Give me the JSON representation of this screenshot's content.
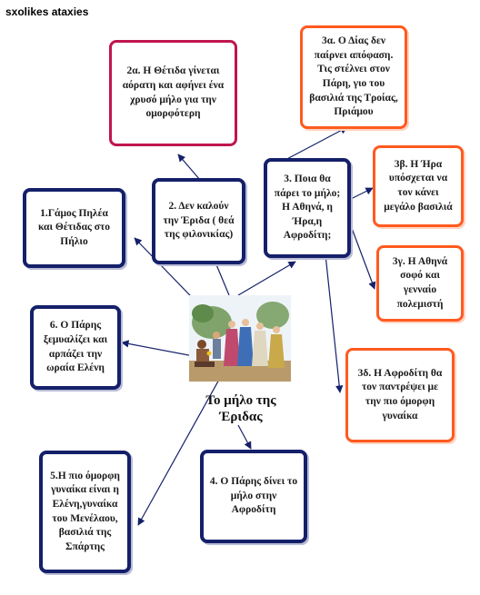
{
  "title": "sxolikes ataxies",
  "center": {
    "label": "Το μήλο της Έριδας",
    "image": "marriage-feast-illustration-icon"
  },
  "nodes": {
    "n1": "1.Γάμος Πηλέα και Θέτιδας στο Πήλιο",
    "n2": "2. Δεν καλούν την Έριδα ( θεά της φιλονικίας)",
    "n2a": "2α. Η Θέτιδα γίνεται αόρατη και αφήνει ένα χρυσό μήλο για την ομορφότερη",
    "n3": "3. Ποια θα πάρει το μήλο; Η Αθηνά, η Ήρα,η Αφροδίτη;",
    "n3a": "3α. Ο Δίας δεν παίρνει απόφαση. Τις στέλνει στον Πάρη, γιο του βασιλιά της Τροίας, Πριάμου",
    "n3b": "3β. Η Ήρα υπόσχεται να τον κάνει μεγάλο βασιλιά",
    "n3c": "3γ. Η Αθηνά σοφό και γενναίο πολεμιστή",
    "n3d": "3δ. Η Αφροδίτη θα τον παντρέψει με την πιο όμορφη γυναίκα",
    "n4": "4. Ο Πάρης δίνει το μήλο στην Αφροδίτη",
    "n5": "5.Η πιο όμορφη γυναίκα είναι η Ελένη,γυναίκα του Μενέλαου, βασιλιά της Σπάρτης",
    "n6": "6. Ο Πάρης ξεμυαλίζει και αρπάζει την ωραία Ελένη"
  },
  "colors": {
    "navy": "#15206a",
    "crimson": "#c0154e",
    "orange": "#ff5a1f",
    "arrow": "#15206a"
  }
}
